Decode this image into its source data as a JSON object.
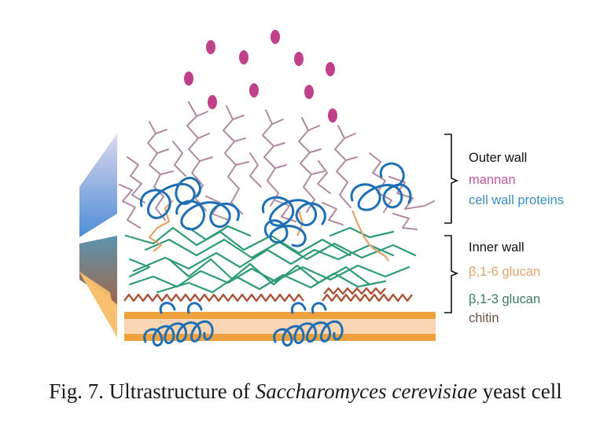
{
  "legend": {
    "outer_wall": "Outer wall",
    "mannan": "mannan",
    "cell_wall_proteins": "cell wall proteins",
    "inner_wall": "Inner wall",
    "beta16_glucan": "β,1-6 glucan",
    "beta13_glucan": "β,1-3 glucan",
    "chitin": "chitin"
  },
  "caption": {
    "prefix": "Fig. 7. Ultrastructure of ",
    "species": "Saccharomyces cerevisiae",
    "suffix": " yeast cell"
  },
  "colors": {
    "mannan": "#c0579a",
    "mannan_dots": "#c0408a",
    "mannan_chains": "#b08aa0",
    "cell_wall_proteins": "#2e7fb0",
    "proteins_blue": "#1f6fb5",
    "beta16_glucan": "#e5a36c",
    "beta13_glucan": "#2f9a78",
    "beta13_label": "#3c7a62",
    "chitin": "#6b5244",
    "chitin_zigzag": "#a9553a",
    "membrane": "#eda23c",
    "membrane_inner": "#fbd4b0",
    "text": "#111111"
  }
}
